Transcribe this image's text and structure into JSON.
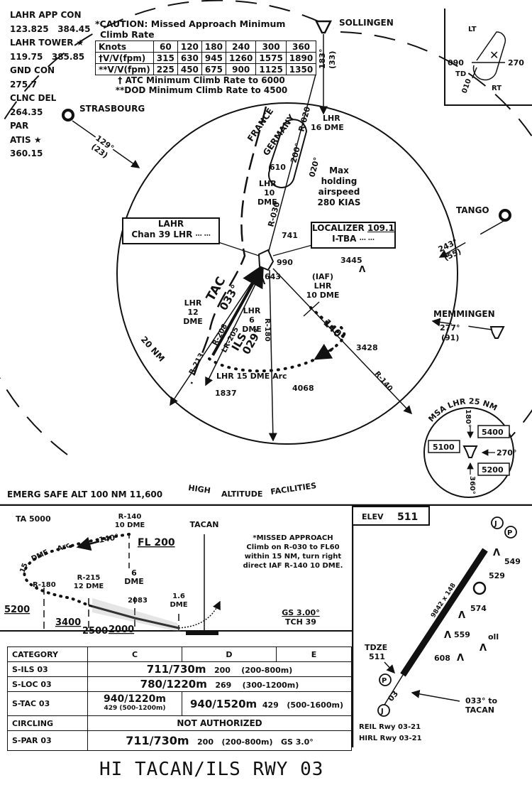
{
  "chart_title": "HI TACAN/ILS RWY 03",
  "frequencies": [
    {
      "label": "LAHR APP CON",
      "value": "123.825   384.45"
    },
    {
      "label": "LAHR TOWER ★",
      "value": "119.75   385.85"
    },
    {
      "label": "GND CON",
      "value": "275.7"
    },
    {
      "label": "CLNC DEL",
      "value": "264.35"
    },
    {
      "label": "PAR",
      "value": ""
    },
    {
      "label": "ATIS ★",
      "value": "360.15"
    }
  ],
  "caution": {
    "heading_line1": "*CAUTION: Missed Approach Minimum",
    "heading_line2": "Climb Rate",
    "rows": [
      {
        "label": "Knots",
        "values": [
          "60",
          "120",
          "180",
          "240",
          "300",
          "360"
        ]
      },
      {
        "label": "†V/V(fpm)",
        "values": [
          "315",
          "630",
          "945",
          "1260",
          "1575",
          "1890"
        ]
      },
      {
        "label": "**V/V(fpm)",
        "values": [
          "225",
          "450",
          "675",
          "900",
          "1125",
          "1350"
        ]
      }
    ],
    "note1": "† ATC Minimum Climb Rate to 6000",
    "note2": "**DOD Minimum Climb Rate to 4500"
  },
  "navaids": {
    "sollingen": {
      "name": "SOLLINGEN",
      "course": "183°",
      "distance": "(33)"
    },
    "strasbourg": {
      "name": "STRASBOURG",
      "course": "129°",
      "distance": "(23)"
    },
    "tango": {
      "name": "TANGO",
      "course": "243°",
      "distance": "(55)"
    },
    "memmingen": {
      "name": "MEMMINGEN",
      "course": "277°",
      "distance": "(91)"
    }
  },
  "holding_inset": {
    "lt": "LT",
    "rt": "RT",
    "td": "TD",
    "h090": "090",
    "h270": "270",
    "h010": "010"
  },
  "plan": {
    "france": "FRANCE",
    "germany": "GERMANY",
    "r020": "R-020",
    "lhr16": "LHR",
    "dme16": "16  DME",
    "inbound200": "200°",
    "outbound020": "020°",
    "alt610": "610",
    "lhr10a": "LHR",
    "lhr10b": "10",
    "lhr10c": "DME",
    "r030": "R-030",
    "holding_note": [
      "Max",
      "holding",
      "airspeed",
      "280 KIAS"
    ],
    "lahr_box": {
      "name": "LAHR",
      "channel": "Chan 39 LHR"
    },
    "loc_box": {
      "name": "LOCALIZER",
      "freq": "109.1",
      "ident": "I-TBA"
    },
    "obst741": "741",
    "obst990": "990",
    "obst3445": "3445",
    "obst643": "643",
    "iaf": [
      "(IAF)",
      "LHR",
      "10 DME"
    ],
    "tac": "TAC",
    "tac_course": "033°",
    "ils": "ILS",
    "ils_course": "029°",
    "lhr12": [
      "LHR",
      "12",
      "DME"
    ],
    "lhr6": [
      "LHR",
      "6",
      "DME"
    ],
    "r180": "R-180",
    "r205": "LR-205",
    "r208": "R-208",
    "r213": "R-213",
    "r140": "R-140",
    "arc140": "140°",
    "obst3428": "3428",
    "obst4068": "4068",
    "obst1837": "1837",
    "arc_label": "LHR  15  DME   Arc",
    "ring_label": "20 NM"
  },
  "msa": {
    "title": "MSA  LHR  25  NM",
    "sectors": [
      {
        "label": "5400"
      },
      {
        "label": "5100"
      },
      {
        "label": "5200"
      }
    ],
    "b180": "180°",
    "b270": "270°",
    "b360": "360°"
  },
  "emerg_safe_alt": "EMERG SAFE ALT 100 NM 11,600",
  "high_alt": [
    "HIGH",
    "ALTITUDE",
    "FACILITIES"
  ],
  "profile": {
    "ta": "TA 5000",
    "r140": "R-140",
    "r140dme": "10 DME",
    "arc140": "140°",
    "arc": "Arc",
    "dme": "DME",
    "fifteen": "15",
    "fl200": "FL  200",
    "tacan": "TACAN",
    "r180": "R-180",
    "r215": "R-215",
    "r215dme": "12 DME",
    "six": "6",
    "sixdme": "DME",
    "alt2083": "2083",
    "one6": "1.6",
    "one6dme": "DME",
    "alt5200": "5200",
    "alt3400": "3400",
    "alt2500": "2500",
    "alt2000": "2000",
    "missed": [
      "*MISSED APPROACH",
      "Climb on R-030 to FL60",
      "within 15 NM, turn right",
      "direct IAF R-140  10 DME."
    ],
    "gs": "GS 3.00°",
    "tch": "TCH 39"
  },
  "minimums": {
    "header": [
      "CATEGORY",
      "C",
      "D",
      "E"
    ],
    "rows": [
      {
        "name": "S-ILS 03",
        "main": "711/730m",
        "dh": "200",
        "vis": "(200-800m)"
      },
      {
        "name": "S-LOC 03",
        "main": "780/1220m",
        "dh": "269",
        "vis": "(300-1200m)"
      },
      {
        "name": "S-TAC 03",
        "c_main": "940/1220m",
        "c_sub": "429 (500-1200m)",
        "de_main": "940/1520m",
        "dh": "429",
        "vis": "(500-1600m)"
      },
      {
        "name": "CIRCLING",
        "main": "NOT AUTHORIZED"
      },
      {
        "name": "S-PAR 03",
        "main": "711/730m",
        "dh": "200",
        "vis": "(200-800m)",
        "gs": "GS 3.0°"
      }
    ]
  },
  "airport": {
    "elev_label": "ELEV",
    "elev": "511",
    "rwy_dims": "9842 x 148",
    "obst549": "549",
    "obst529": "529",
    "obst574": "574",
    "obst559": "559",
    "obst608": "608",
    "obst_oll": "oll",
    "tdze_label": "TDZE",
    "tdze": "511",
    "rwy": "03",
    "course_note": [
      "033° to",
      "TACAN"
    ],
    "reil": "REIL  Rwy  03-21",
    "hirl": "HIRL  Rwy  03-21"
  }
}
